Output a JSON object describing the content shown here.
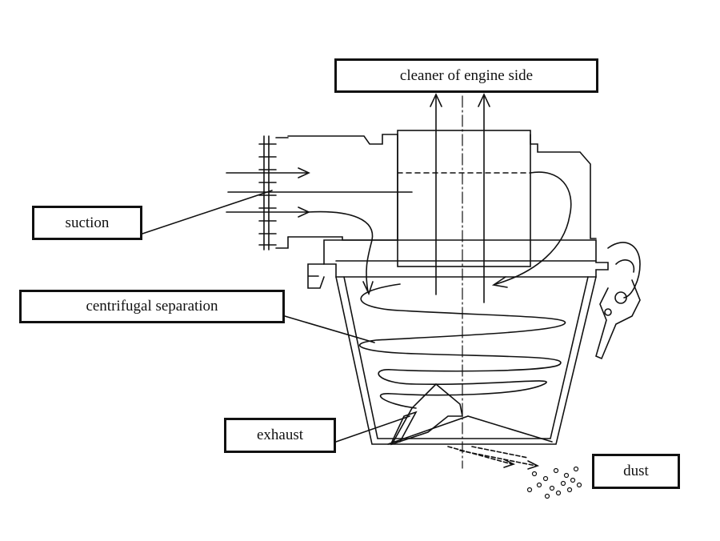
{
  "labels": {
    "engine_side": "cleaner of engine side",
    "suction": "suction",
    "centrifugal": "centrifugal separation",
    "exhaust": "exhaust",
    "dust": "dust"
  },
  "colors": {
    "ink": "#111111",
    "background": "#ffffff"
  }
}
